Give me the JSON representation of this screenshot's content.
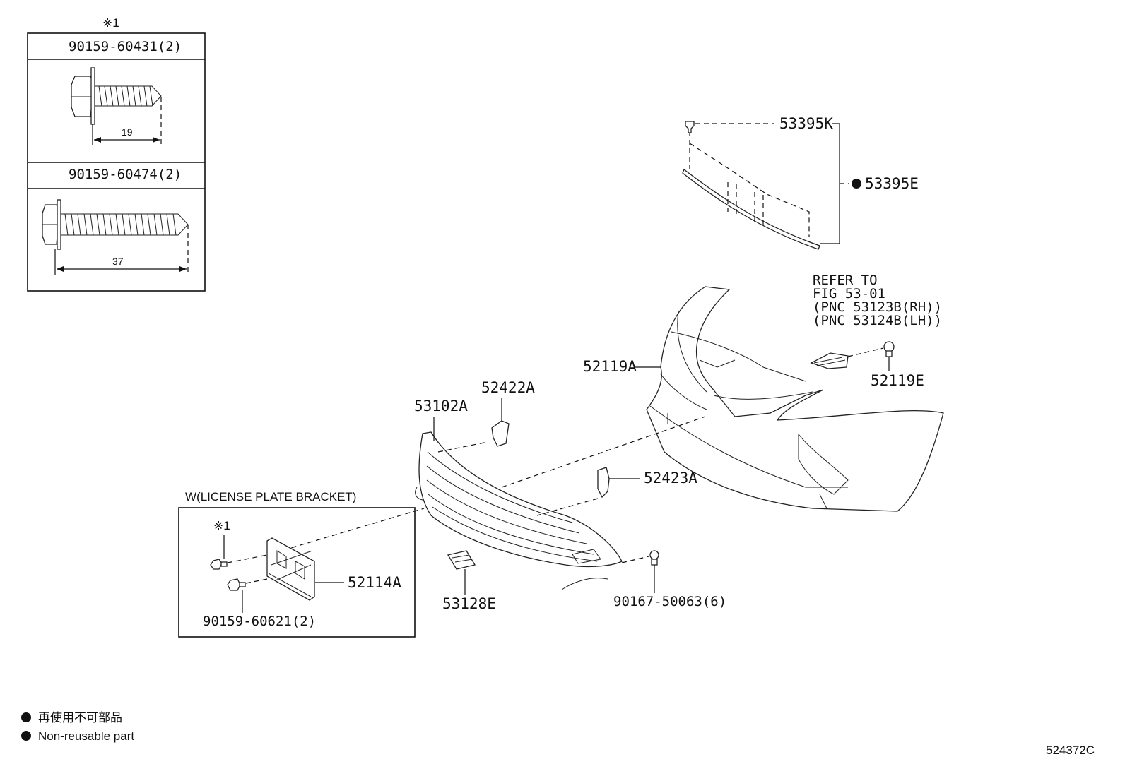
{
  "figure_code": "524372C",
  "mark_note": "※1",
  "fastener_box": {
    "bolt_1": {
      "part_no": "90159-60431(2)",
      "dimension": "19"
    },
    "bolt_2": {
      "part_no": "90159-60474(2)",
      "dimension": "37"
    }
  },
  "license_box": {
    "title": "W(LICENSE PLATE BRACKET)",
    "mark_note": "※1",
    "bracket_part": "52114A",
    "screw_part": "90159-60621(2)"
  },
  "parts": {
    "p53395K": "53395K",
    "p53395E": "53395E",
    "p52119A": "52119A",
    "p52119E": "52119E",
    "p53102A": "53102A",
    "p52422A": "52422A",
    "p52423A": "52423A",
    "p53128E": "53128E",
    "p90167": "90167-50063(6)"
  },
  "refer": {
    "line1": "REFER TO",
    "line2": "FIG 53-01",
    "line3": "(PNC 53123B(RH))",
    "line4": "(PNC 53124B(LH))"
  },
  "legend": {
    "jp": "再使用不可部品",
    "en": "Non-reusable part"
  },
  "icons": [
    "non-reusable-dot-icon",
    "hex-bolt-icon",
    "clip-icon"
  ]
}
